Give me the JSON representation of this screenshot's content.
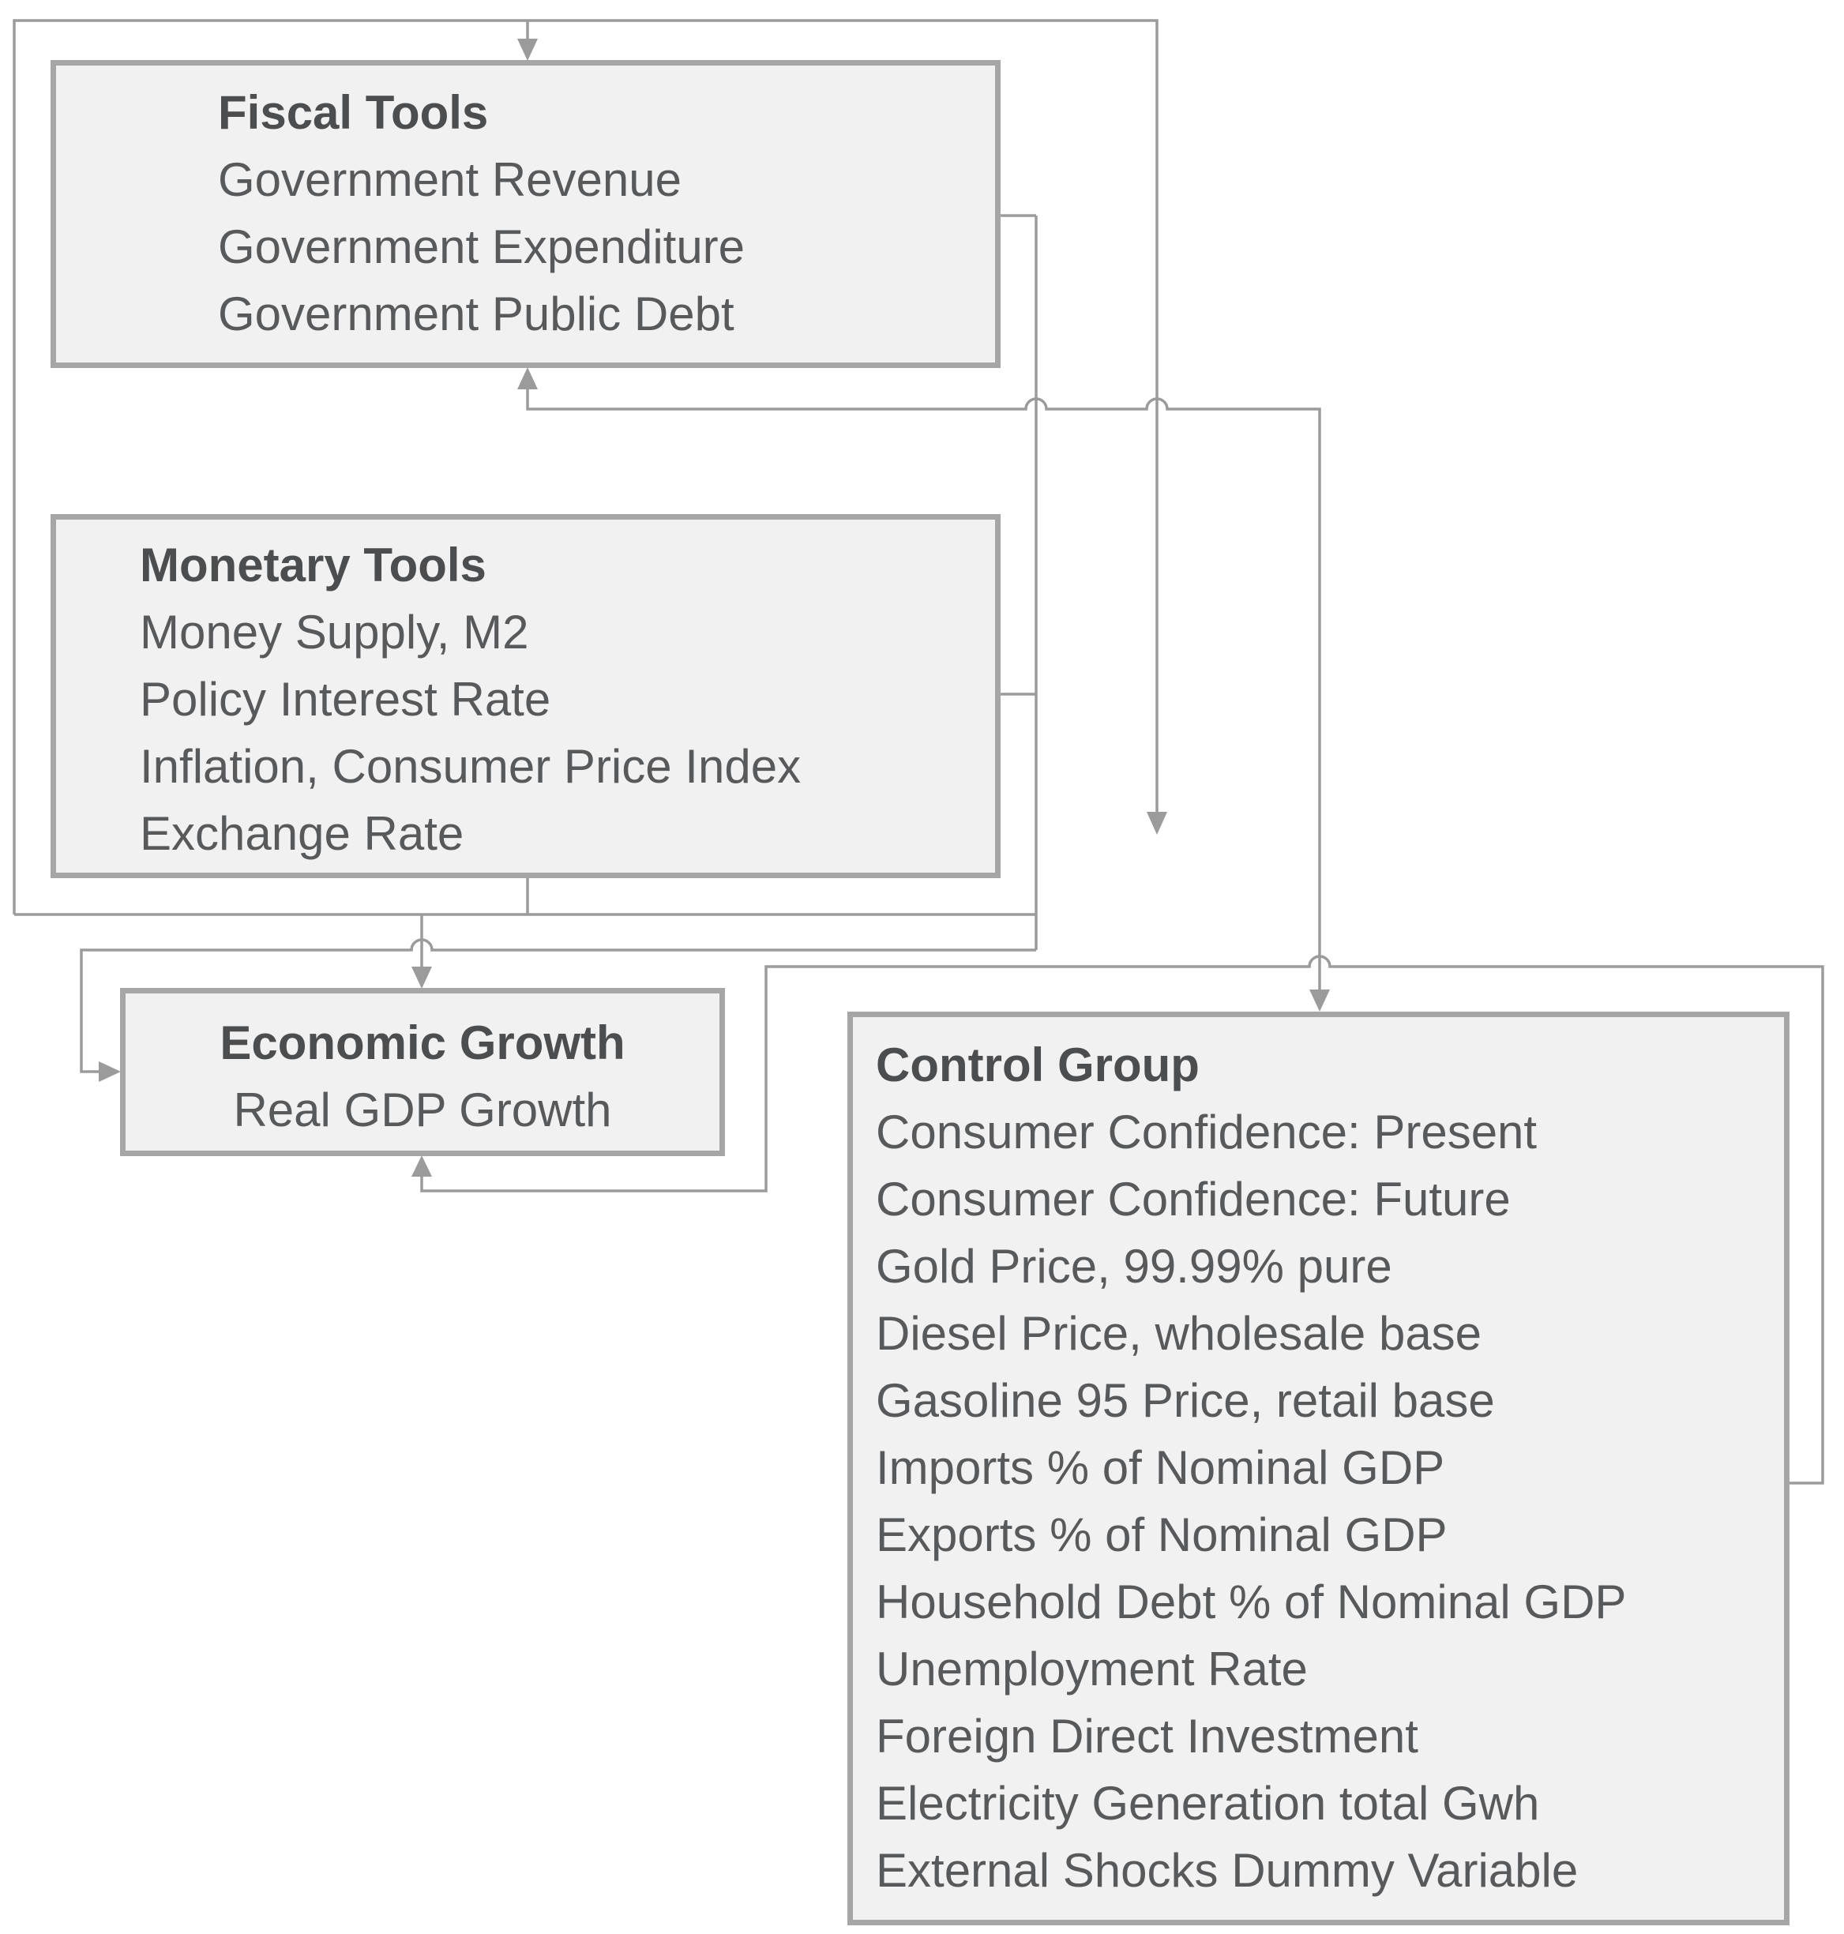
{
  "diagram": {
    "colors": {
      "background": "#ffffff",
      "box_fill": "#f1f1f1",
      "box_border": "#a6a6a6",
      "connector": "#9b9b9b",
      "arrowhead": "#9b9b9b",
      "text": "#58595b",
      "title": "#4c4d4f"
    },
    "boxes": {
      "fiscal": {
        "title": "Fiscal Tools",
        "items": [
          "Government Revenue",
          "Government Expenditure",
          "Government Public Debt"
        ]
      },
      "monetary": {
        "title": "Monetary Tools",
        "items": [
          "Money Supply, M2",
          "Policy Interest Rate",
          "Inflation, Consumer Price Index",
          "Exchange Rate"
        ]
      },
      "economic_growth": {
        "title": "Economic Growth",
        "items": [
          "Real GDP Growth"
        ]
      },
      "control_group": {
        "title": "Control Group",
        "items": [
          "Consumer Confidence: Present",
          "Consumer Confidence: Future",
          "Gold Price, 99.99% pure",
          "Diesel Price, wholesale base",
          "Gasoline 95 Price, retail base",
          "Imports % of Nominal GDP",
          "Exports % of Nominal GDP",
          "Household Debt % of Nominal GDP",
          "Unemployment Rate",
          "Foreign Direct Investment",
          "Electricity Generation total Gwh",
          "External Shocks Dummy Variable"
        ]
      }
    }
  }
}
